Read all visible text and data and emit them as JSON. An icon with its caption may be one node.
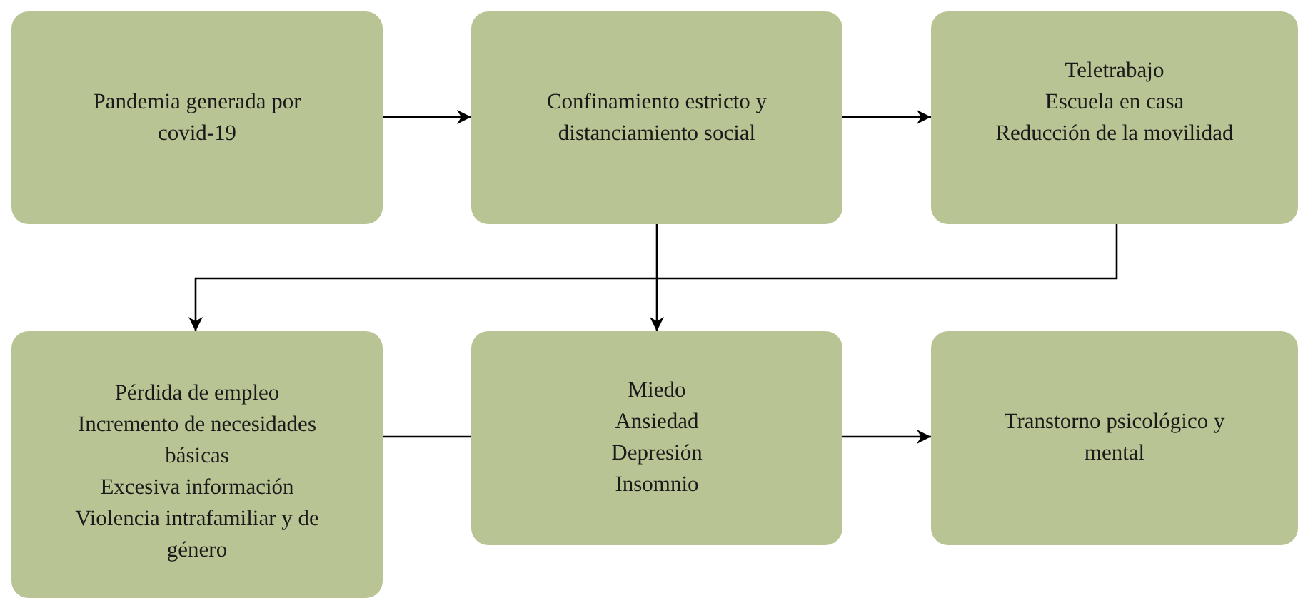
{
  "diagram": {
    "nodes": [
      {
        "text": [
          "Pandemia generada por covid-19"
        ]
      },
      {
        "text": [
          "Confinamiento estricto y distanciamiento social"
        ]
      },
      {
        "text": [
          "Teletrabajo",
          "Escuela en casa",
          "Reducción de la movilidad"
        ]
      },
      {
        "text": [
          "Pérdida de empleo",
          "Incremento de necesidades básicas",
          "Excesiva información",
          "Violencia intrafamiliar y de género"
        ]
      },
      {
        "text": [
          "Miedo",
          "Ansiedad",
          "Depresión",
          "Insomnio"
        ]
      },
      {
        "text": [
          "Transtorno psicológico y mental"
        ]
      }
    ],
    "edges": [
      {
        "from": 0,
        "to": 1,
        "arrow": "to"
      },
      {
        "from": 1,
        "to": 2,
        "arrow": "to"
      },
      {
        "from": 1,
        "to": 4,
        "arrow": "to"
      },
      {
        "from": 2,
        "to": 3,
        "arrow": "to"
      },
      {
        "from": 3,
        "to": 4,
        "arrow": "none"
      },
      {
        "from": 4,
        "to": 5,
        "arrow": "to"
      }
    ]
  }
}
